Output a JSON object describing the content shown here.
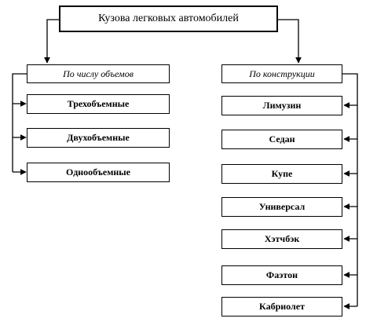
{
  "root": {
    "label": "Кузова легковых автомобилей"
  },
  "left": {
    "label": "По числу объемов",
    "items": [
      "Трехобъемные",
      "Двухобъемные",
      "Однообъемные"
    ]
  },
  "right": {
    "label": "По конструкции",
    "items": [
      "Лимузин",
      "Седан",
      "Купе",
      "Универсал",
      "Хэтчбэк",
      "Фаэтон",
      "Кабриолет"
    ]
  }
}
